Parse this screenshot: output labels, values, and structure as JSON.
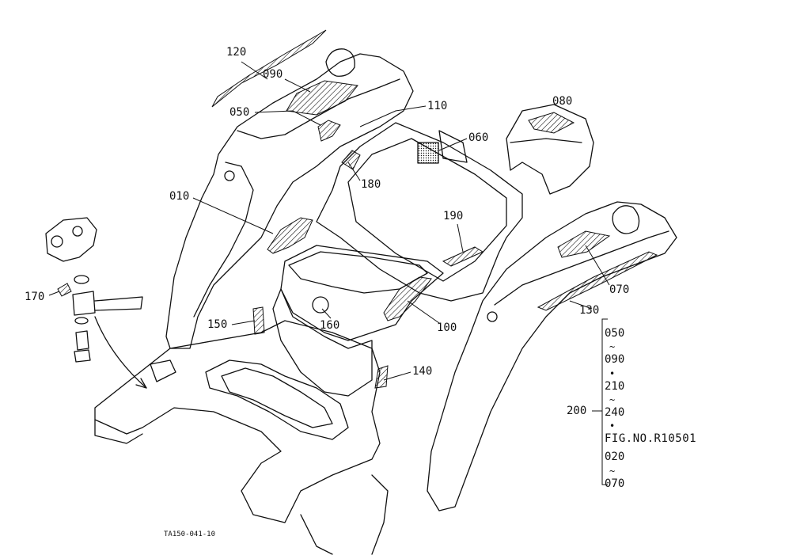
{
  "callouts": {
    "c120": "120",
    "c090": "090",
    "c050": "050",
    "c110": "110",
    "c080": "080",
    "c060": "060",
    "c180": "180",
    "c010": "010",
    "c190": "190",
    "c070": "070",
    "c170": "170",
    "c130": "130",
    "c150": "150",
    "c160": "160",
    "c100": "100",
    "c140": "140",
    "c200": "200"
  },
  "range_list": {
    "r1": "050",
    "r1_sep": "~",
    "r2": "090",
    "r2_sep": "•",
    "r3": "210",
    "r3_sep": "~",
    "r4": "240",
    "r4_sep": "•",
    "fig_ref": "FIG.NO.R10501",
    "r5": "020",
    "r5_sep": "~",
    "r6": "070"
  },
  "figure_code": "TA150-041-10",
  "colors": {
    "ink": "#111111",
    "paper": "#ffffff"
  }
}
